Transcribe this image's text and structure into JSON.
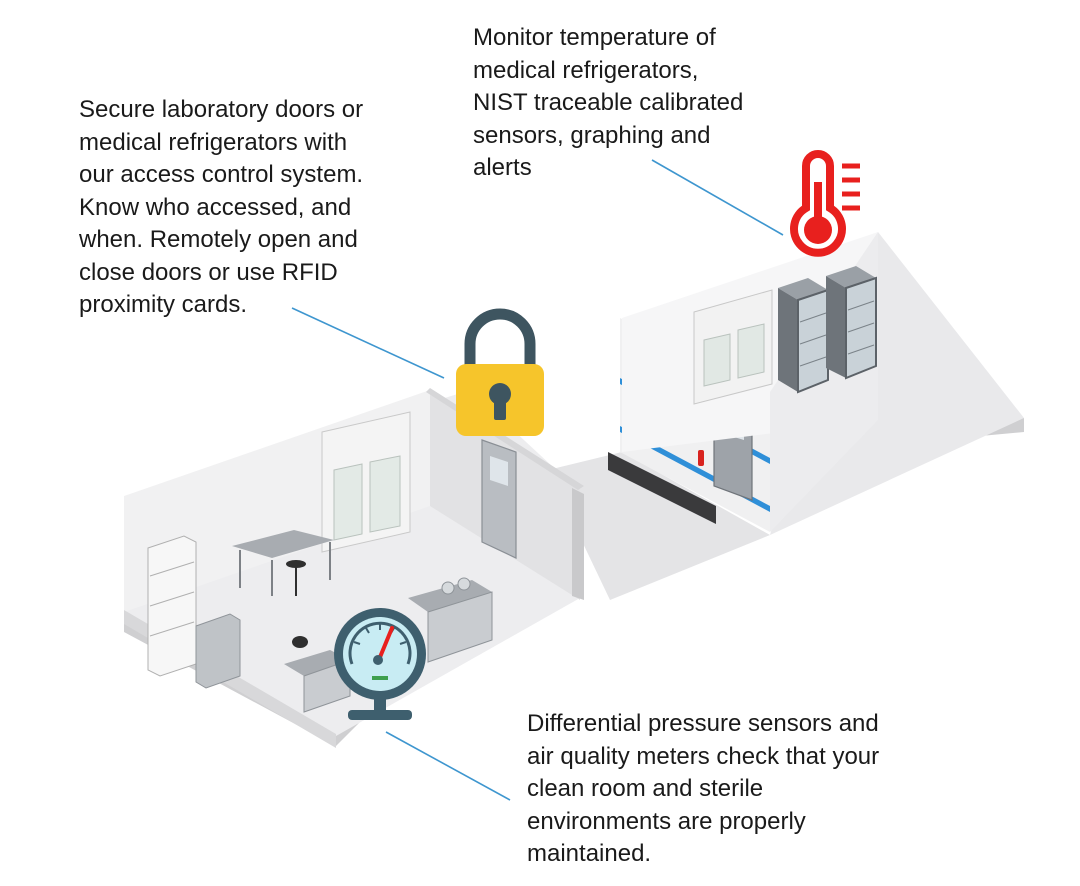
{
  "callouts": {
    "access_control": "Secure laboratory doors or\nmedical refrigerators with\nour access control system.\nKnow who accessed, and\nwhen. Remotely open and\nclose doors or use RFID\nproximity cards.",
    "temperature": "Monitor temperature of\nmedical refrigerators,\nNIST traceable calibrated\nsensors, graphing and\nalerts",
    "pressure": "Differential pressure sensors and\nair quality meters check that your\nclean room and sterile\nenvironments are properly\nmaintained."
  },
  "icons": {
    "lock": "padlock-icon",
    "thermometer": "thermometer-icon",
    "gauge": "pressure-gauge-icon"
  },
  "colors": {
    "lock_body": "#F6C52B",
    "lock_shackle": "#3E5560",
    "thermometer": "#E8201E",
    "gauge_ring": "#3E5F6E",
    "gauge_face": "#C8ECF3",
    "gauge_needle": "#E8201E",
    "leader_line": "#3E96CF",
    "wall_stripe": "#2F8FD8"
  }
}
